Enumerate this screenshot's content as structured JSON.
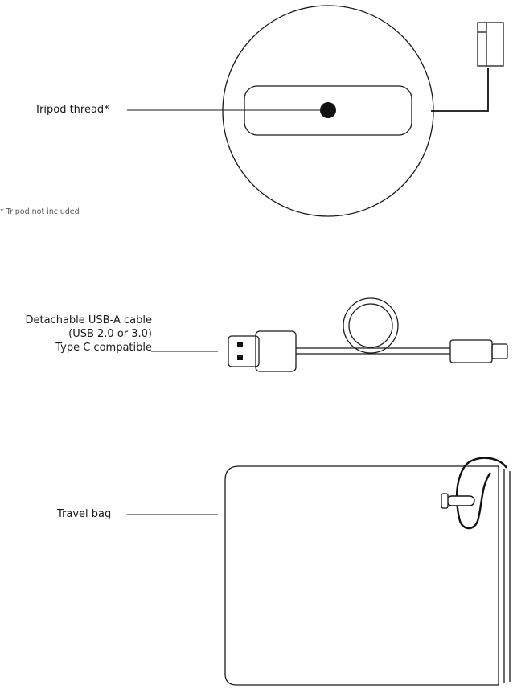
{
  "callouts": {
    "tripod": "Tripod thread*",
    "cable": [
      "Detachable USB-A cable",
      "(USB 2.0 or 3.0)",
      "Type C compatible"
    ],
    "bag": "Travel bag"
  },
  "footnote": "* Tripod not included",
  "colors": {
    "line": "#1a1a1a",
    "background": "#ffffff"
  }
}
